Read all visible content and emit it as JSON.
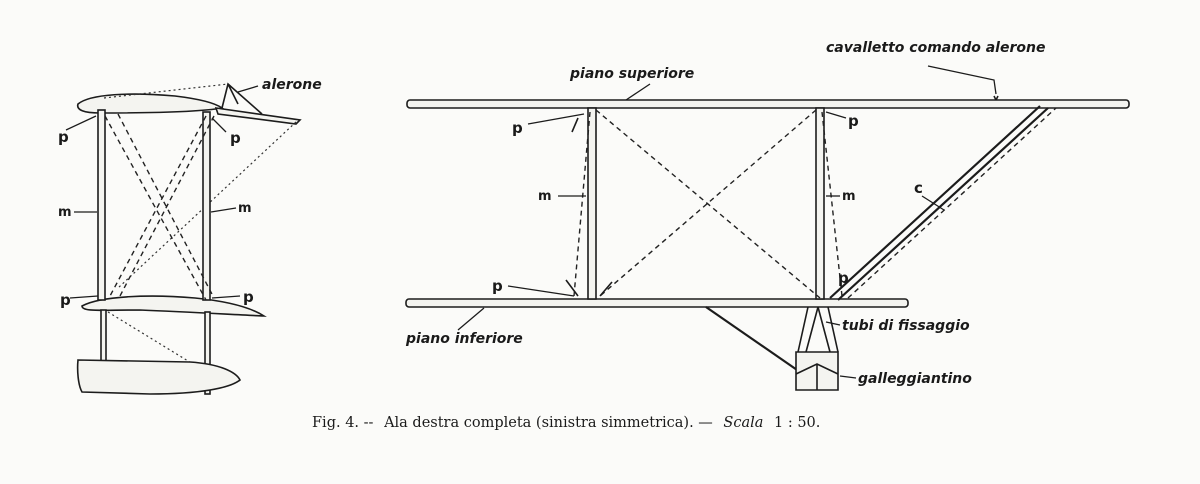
{
  "labels": {
    "alerone": "alerone",
    "cavalletto": "cavalletto comando alerone",
    "piano_superiore": "piano superiore",
    "piano_inferiore": "piano inferiore",
    "tubi": "tubi di fissaggio",
    "galleggiantino": "galleggiantino",
    "p": "p",
    "m": "m",
    "c": "c"
  },
  "caption": {
    "fig": "Fig. 4. --",
    "text": "Ala destra completa (sinistra simmetrica). —",
    "scala_word": "Scala",
    "scala_value": "1 : 50."
  }
}
